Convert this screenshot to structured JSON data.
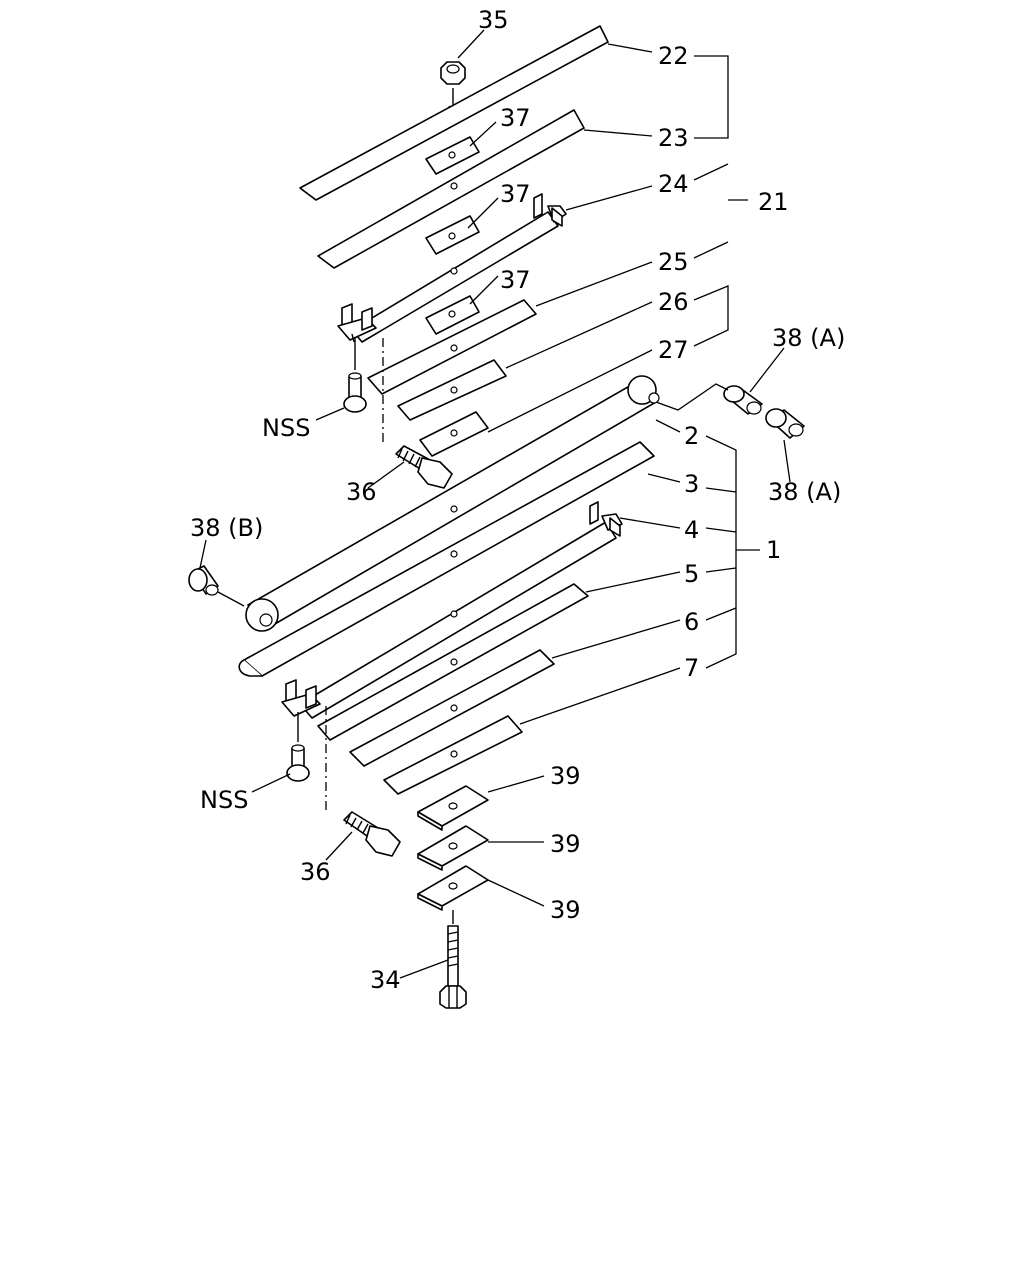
{
  "callouts": {
    "c35": "35",
    "c22": "22",
    "c23": "23",
    "c24": "24",
    "c25": "25",
    "c26": "26",
    "c27": "27",
    "c21": "21",
    "c37a": "37",
    "c37b": "37",
    "c37c": "37",
    "c38a_top": "38 (A)",
    "c38a_bottom": "38 (A)",
    "c38b": "38 (B)",
    "nss_top": "NSS",
    "nss_bottom": "NSS",
    "c36_top": "36",
    "c36_bottom": "36",
    "c2": "2",
    "c3": "3",
    "c4": "4",
    "c5": "5",
    "c6": "6",
    "c7": "7",
    "c1": "1",
    "c39a": "39",
    "c39b": "39",
    "c39c": "39",
    "c34": "34"
  }
}
